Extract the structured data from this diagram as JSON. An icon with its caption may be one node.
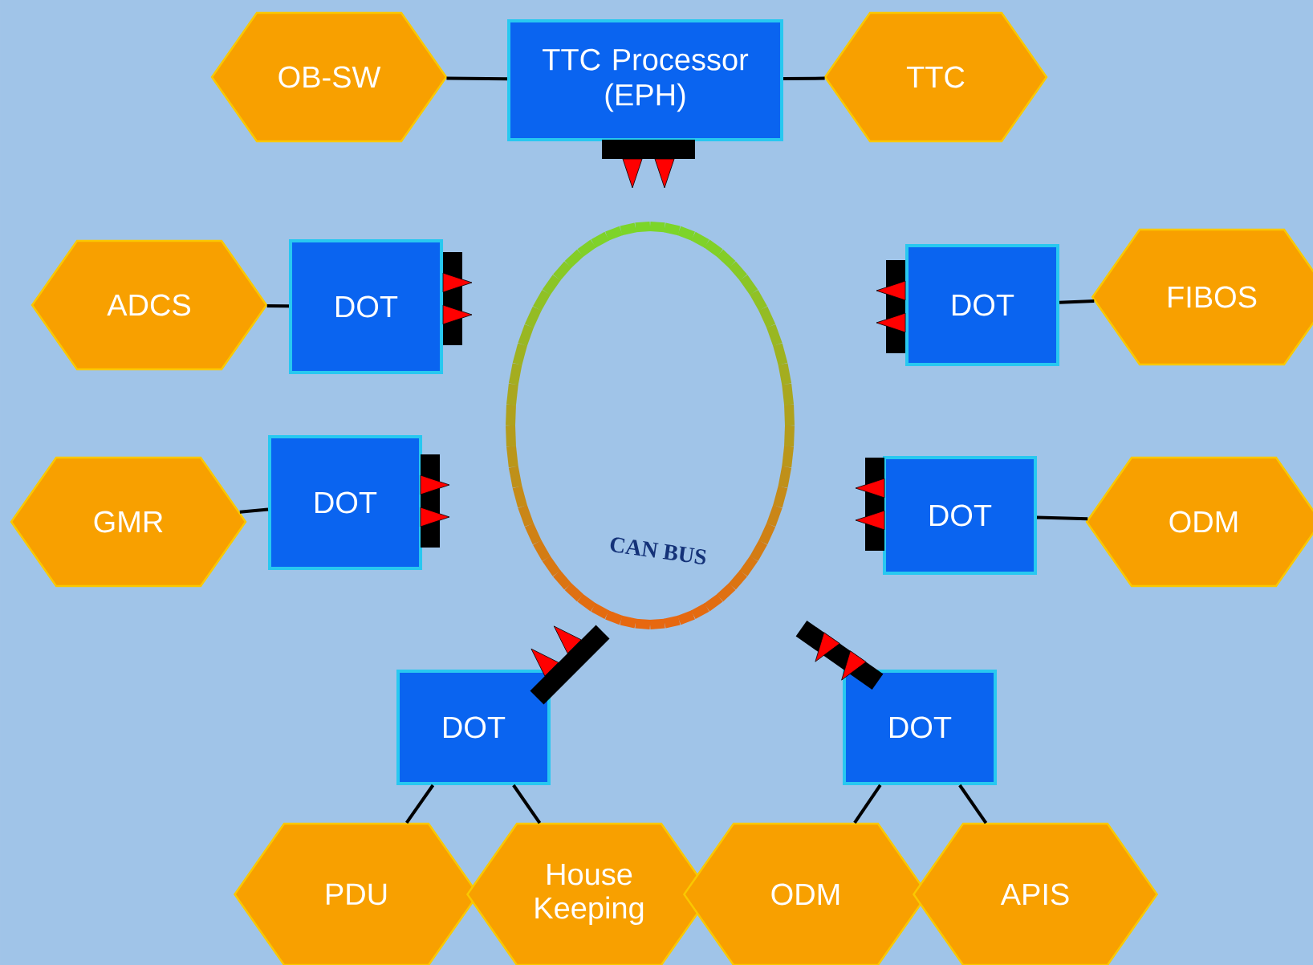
{
  "diagram": {
    "nodes": [
      {
        "text": [
          "TTC Processor (EPH)"
        ]
      },
      {
        "text": [
          "OB-SW"
        ]
      },
      {
        "text": [
          "TTC"
        ]
      },
      {
        "text": [
          "DOT"
        ]
      },
      {
        "text": [
          "ADCS"
        ]
      },
      {
        "text": [
          "DOT"
        ]
      },
      {
        "text": [
          "FIBOS"
        ]
      },
      {
        "text": [
          "DOT"
        ]
      },
      {
        "text": [
          "GMR"
        ]
      },
      {
        "text": [
          "DOT"
        ]
      },
      {
        "text": [
          "ODM"
        ]
      },
      {
        "text": [
          "DOT"
        ]
      },
      {
        "text": [
          "PDU"
        ]
      },
      {
        "text": [
          "House Keeping"
        ]
      },
      {
        "text": [
          "DOT"
        ]
      },
      {
        "text": [
          "ODM"
        ]
      },
      {
        "text": [
          "APIS"
        ]
      },
      {
        "text": [
          "CAN BUS"
        ]
      }
    ],
    "edges": [
      {
        "from": 1,
        "to": 0,
        "arrow": "none"
      },
      {
        "from": 0,
        "to": 2,
        "arrow": "none"
      },
      {
        "from": 4,
        "to": 3,
        "arrow": "none"
      },
      {
        "from": 5,
        "to": 6,
        "arrow": "none"
      },
      {
        "from": 8,
        "to": 7,
        "arrow": "none"
      },
      {
        "from": 9,
        "to": 10,
        "arrow": "none"
      },
      {
        "from": 11,
        "to": 12,
        "arrow": "none"
      },
      {
        "from": 11,
        "to": 13,
        "arrow": "none"
      },
      {
        "from": 14,
        "to": 15,
        "arrow": "none"
      },
      {
        "from": 14,
        "to": 16,
        "arrow": "none"
      }
    ]
  }
}
